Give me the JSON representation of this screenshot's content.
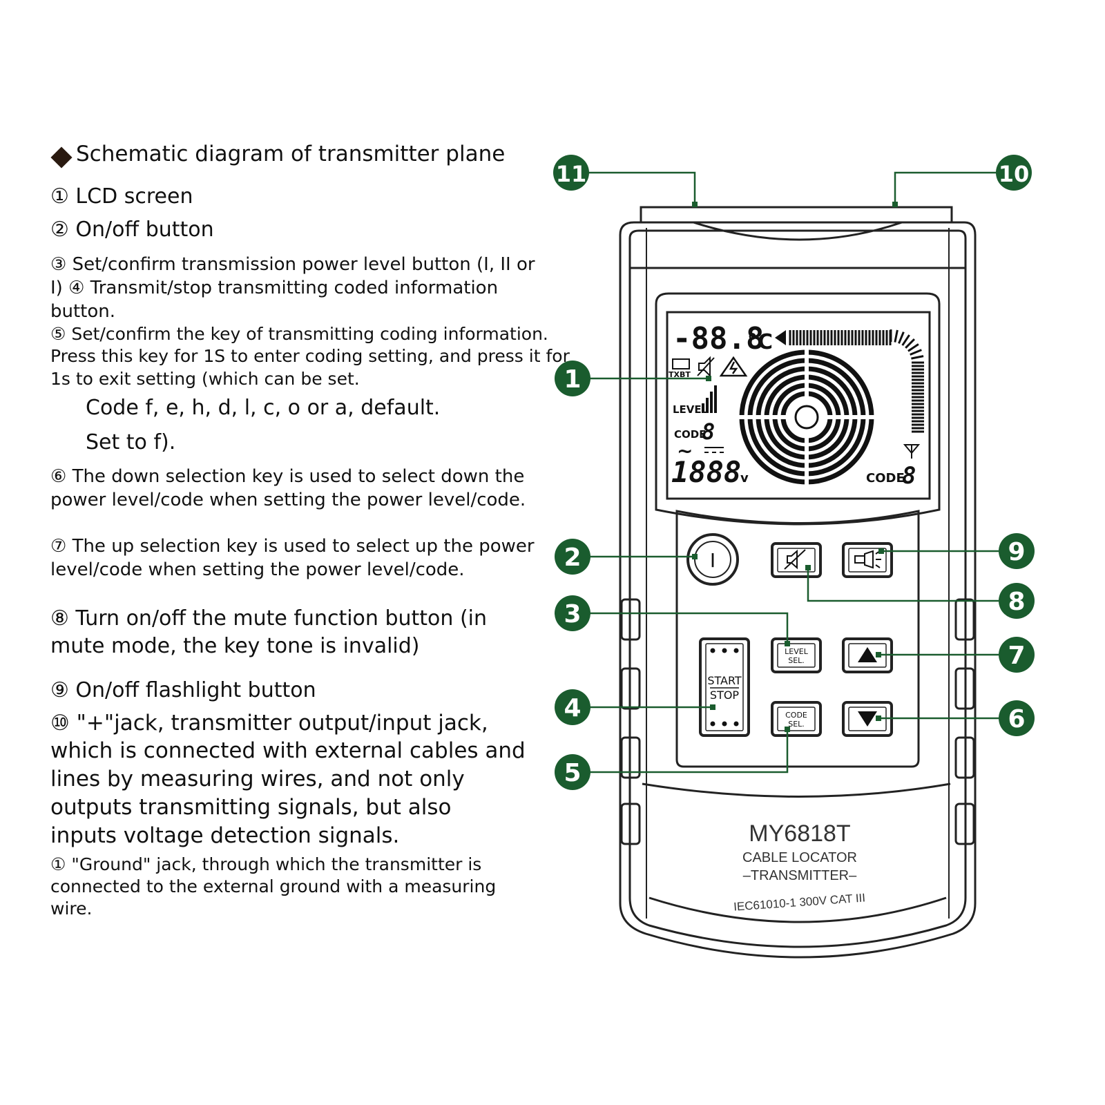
{
  "title": "Schematic diagram of transmitter plane",
  "items": {
    "i1": "① LCD screen",
    "i2": "② On/off button",
    "i3a": "③ Set/confirm transmission power level button (I, II or",
    "i3b": "I) ④ Transmit/stop transmitting coded information",
    "i3c": "button.",
    "i5a": "⑤ Set/confirm the key of transmitting coding information.",
    "i5b": "Press this key for 1S to enter coding setting, and press it for",
    "i5c": "1s to exit setting (which can be set.",
    "i5d": "Code f, e, h, d, l, c, o or a, default.",
    "i5e": "Set to f).",
    "i6a": "⑥ The down selection key is used to select down the",
    "i6b": "power level/code when setting the power level/code.",
    "i7a": "⑦ The up selection key is used to select up the power",
    "i7b": "level/code when setting the power level/code.",
    "i8a": "⑧ Turn on/off the mute function button (in",
    "i8b": "mute mode, the key tone is invalid)",
    "i9": "⑨ On/off flashlight button",
    "i10a": "⑩ \"+\"jack, transmitter output/input jack,",
    "i10b": "which is connected with external cables and",
    "i10c": "lines by measuring wires, and not only",
    "i10d": "outputs transmitting signals, but also",
    "i10e": "inputs voltage detection signals.",
    "i11a": "① \"Ground\" jack, through which the transmitter is",
    "i11b": "connected to the external ground with a measuring",
    "i11c": "wire."
  },
  "device": {
    "model": "MY6818T",
    "line1": "CABLE LOCATOR",
    "line2": "–TRANSMITTER–",
    "rating": "IEC61010-1 300V CAT III"
  },
  "lcd": {
    "temp": "-88.8",
    "temp_unit": "°C",
    "battery_label": "TXBT",
    "level_label": "LEVEL",
    "code_label": "CODE",
    "code_digit": "8",
    "voltage": "1888",
    "voltage_unit": "v",
    "code_label_right": "CODE",
    "code_digit_right": "8",
    "ac_symbol": "~"
  },
  "buttons": {
    "power": "I",
    "level_1": "LEVEL",
    "level_2": "SEL.",
    "code_1": "CODE",
    "code_2": "SEL.",
    "start": "START",
    "stop": "STOP"
  },
  "callouts": [
    "1",
    "2",
    "3",
    "4",
    "5",
    "6",
    "7",
    "8",
    "9",
    "10",
    "11"
  ],
  "colors": {
    "callout": "#1a5c2e",
    "line": "#1a5c2e",
    "outline": "#222222"
  }
}
